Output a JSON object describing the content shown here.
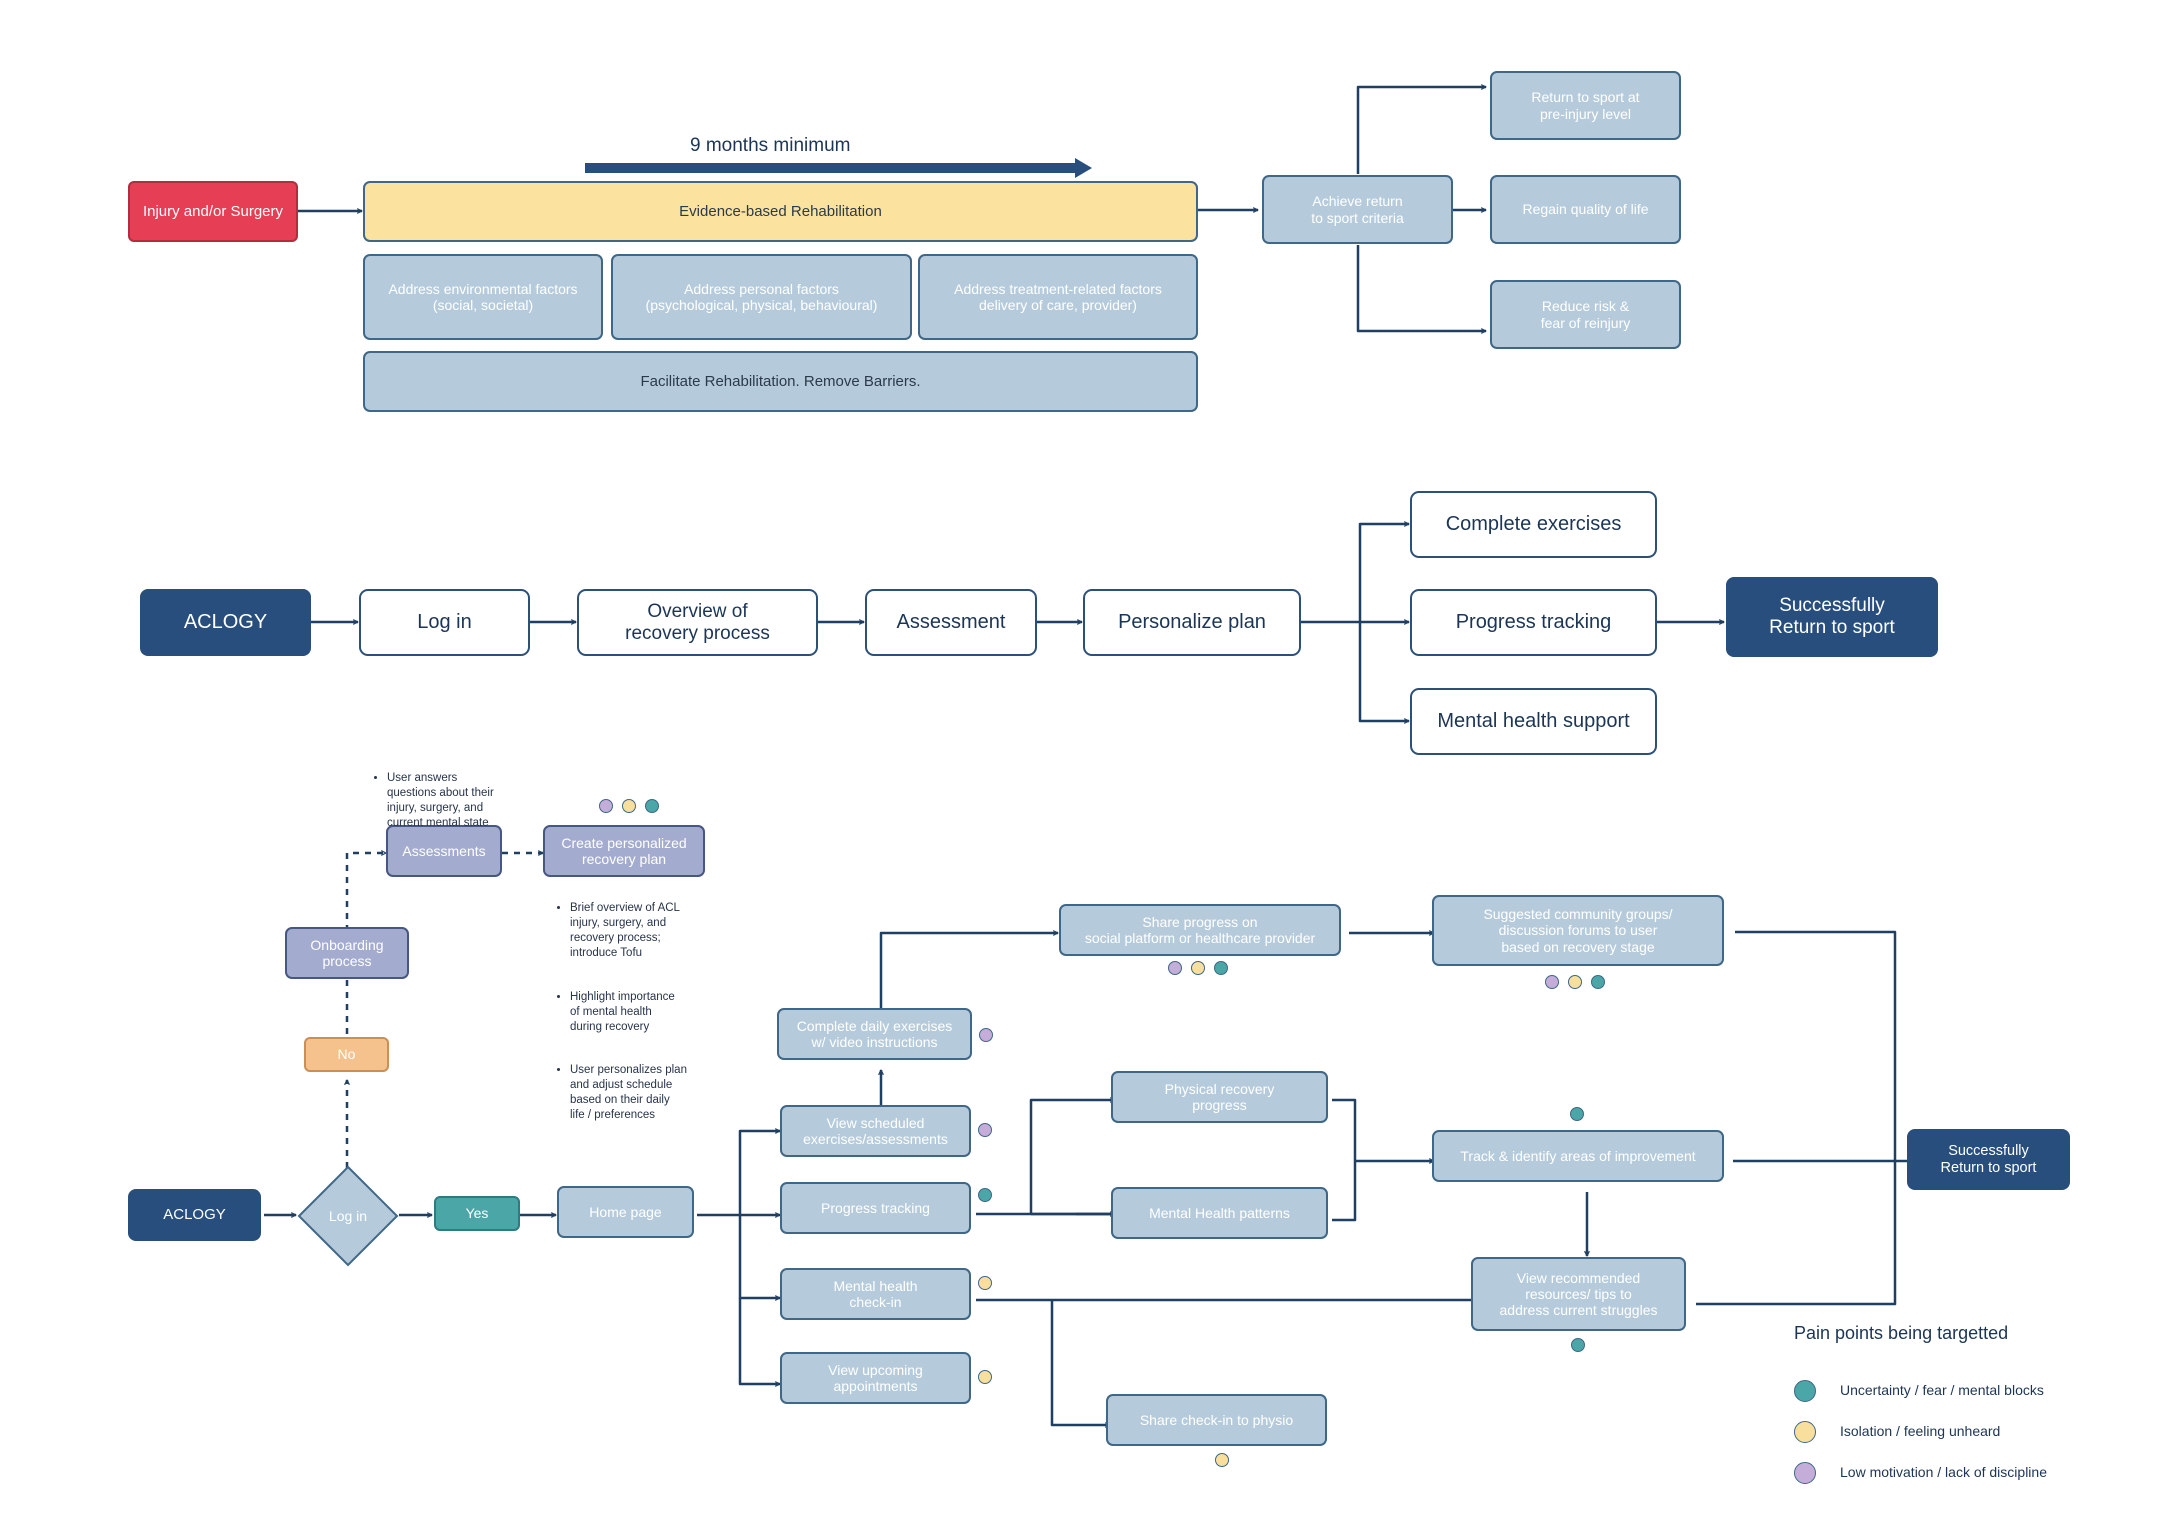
{
  "colors": {
    "teal": "#4aa6a7",
    "yellow": "#f8df9e",
    "purple": "#c4add9",
    "navy": "#274e7d",
    "red": "#e63e55",
    "sand": "#fbe29e",
    "peach": "#f5c18c",
    "light_blue": "#b5cbdb",
    "lavender": "#a3accf"
  },
  "top": {
    "timeline_label": "9 months minimum",
    "injury": "Injury and/or Surgery",
    "rehab": "Evidence-based Rehabilitation",
    "env": "Address environmental factors\n(social, societal)",
    "personal": "Address personal factors\n(psychological, physical, behavioural)",
    "treatment": "Address treatment-related factors\ndelivery of care, provider)",
    "facilitate": "Facilitate Rehabilitation. Remove Barriers.",
    "criteria": "Achieve return\nto sport criteria",
    "outcome1": "Return to sport at\npre-injury level",
    "outcome2": "Regain quality of life",
    "outcome3": "Reduce risk &\nfear of reinjury"
  },
  "middle": {
    "aclogy": "ACLOGY",
    "login": "Log in",
    "overview": "Overview of\nrecovery process",
    "assessment": "Assessment",
    "personalize": "Personalize plan",
    "complete": "Complete exercises",
    "progress": "Progress tracking",
    "mental": "Mental health support",
    "success": "Successfully\nReturn to sport"
  },
  "bottom": {
    "aclogy": "ACLOGY",
    "login": "Log in",
    "yes": "Yes",
    "no": "No",
    "onboarding": "Onboarding\nprocess",
    "assessments": "Assessments",
    "assess_notes": [
      "User answers\nquestions about their\ninjury, surgery, and\ncurrent mental state"
    ],
    "create_plan": "Create personalized\nrecovery plan",
    "plan_notes": [
      "Brief overview of ACL\ninjury, surgery, and\nrecovery process;\nintroduce Tofu",
      "Highlight importance\nof mental health\nduring recovery",
      "User personalizes plan\nand adjust schedule\nbased on their daily\nlife / preferences"
    ],
    "home": "Home page",
    "daily": "Complete daily exercises\nw/ video instructions",
    "scheduled": "View scheduled\nexercises/assessments",
    "progress": "Progress tracking",
    "checkin": "Mental health\ncheck-in",
    "appointments": "View upcoming\nappointments",
    "share_progress": "Share progress on\nsocial platform or healthcare provider",
    "community": "Suggested community groups/\ndiscussion forums to user\nbased on recovery stage",
    "physical": "Physical recovery\nprogress",
    "mh_patterns": "Mental Health patterns",
    "track": "Track & identify areas of improvement",
    "resources": "View recommended\nresources/ tips to\naddress current struggles",
    "share_checkin": "Share check-in to physio",
    "success": "Successfully\nReturn to sport"
  },
  "legend": {
    "title": "Pain points being targetted",
    "items": [
      {
        "label": "Uncertainty / fear / mental blocks",
        "color": "#4aa6a7"
      },
      {
        "label": "Isolation / feeling unheard",
        "color": "#f8df9e"
      },
      {
        "label": "Low motivation / lack of discipline",
        "color": "#c4add9"
      }
    ]
  }
}
